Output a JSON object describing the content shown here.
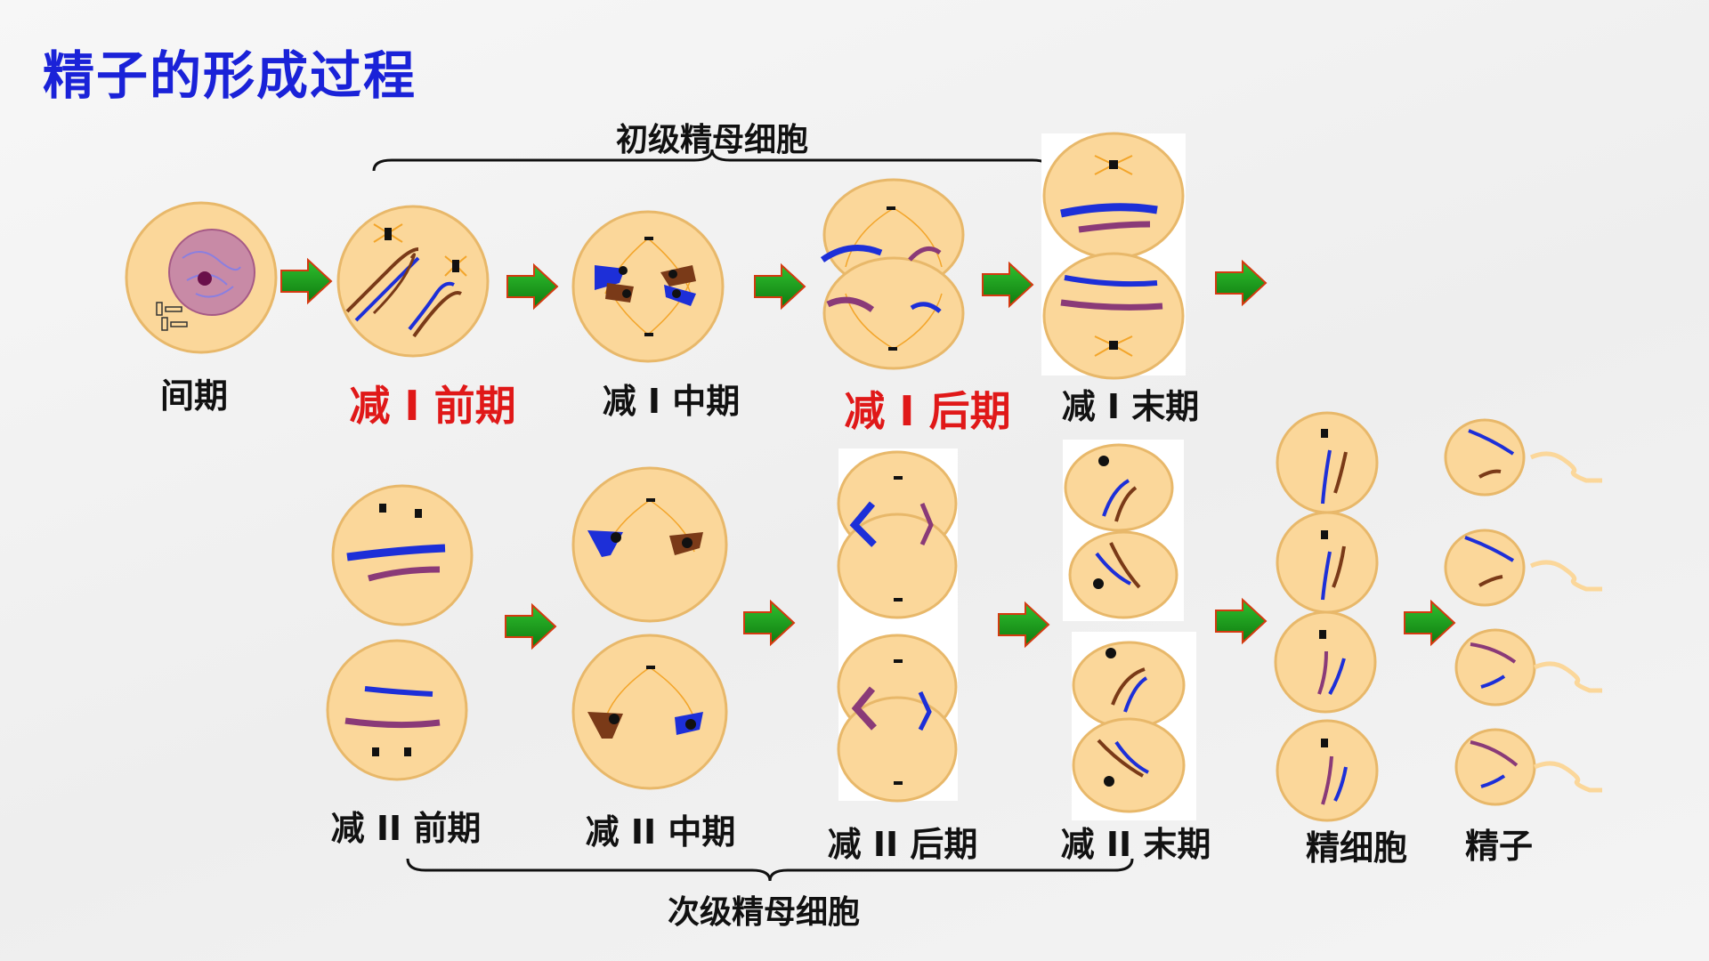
{
  "title": "精子的形成过程",
  "groups": {
    "primary": "初级精母细胞",
    "secondary": "次级精母细胞"
  },
  "stages_row1": [
    "间期",
    "减 I 前期",
    "减 I 中期",
    "减 I 后期",
    "减 I 末期"
  ],
  "stages_row2": [
    "减 II 前期",
    "减 II 中期",
    "减 II 后期",
    "减 II 末期",
    "精细胞",
    "精子"
  ],
  "highlighted_stages": [
    "减 I 前期",
    "减 I 后期"
  ],
  "colors": {
    "title": "#1a22d8",
    "highlight": "#e01818",
    "cell_fill": "#fbd79a",
    "cell_stroke": "#e8b86a",
    "arrow_fill": "#1a9a1a",
    "arrow_stroke": "#d43a10",
    "chromosome_blue": "#1d2fd8",
    "chromosome_purple": "#8a3a78",
    "chromosome_brown": "#7a3a18",
    "spindle": "#f3a52a"
  }
}
